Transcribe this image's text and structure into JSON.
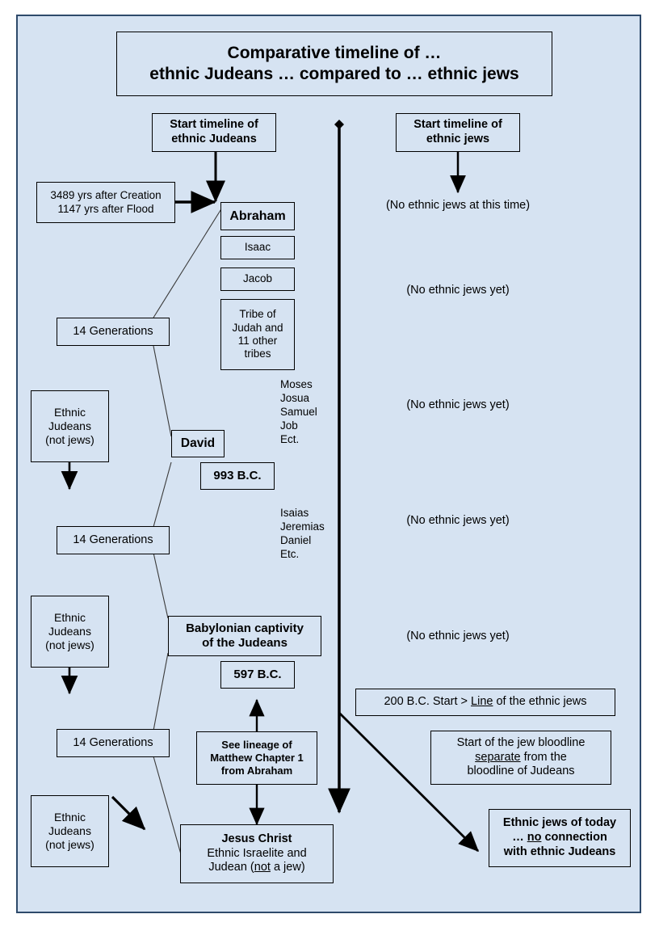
{
  "diagram": {
    "title_line1": "Comparative timeline of …",
    "title_line2": "ethnic Judeans … compared to … ethnic jews",
    "background_color": "#d6e3f2",
    "border_color": "#2e4a6b",
    "line_color": "#000000"
  },
  "left_column": {
    "start_label_line1": "Start timeline of",
    "start_label_line2": "ethnic Judeans",
    "creation_note_line1": "3489 yrs after Creation",
    "creation_note_line2": "1147 yrs after Flood",
    "abraham": "Abraham",
    "isaac": "Isaac",
    "jacob": "Jacob",
    "tribes_line1": "Tribe of",
    "tribes_line2": "Judah and",
    "tribes_line3": "11 other",
    "tribes_line4": "tribes",
    "generations_1": "14 Generations",
    "generations_2": "14 Generations",
    "generations_3": "14 Generations",
    "ethnic_judeans_line1": "Ethnic",
    "ethnic_judeans_line2": "Judeans",
    "ethnic_judeans_line3": "(not jews)",
    "david": "David",
    "david_date": "993 B.C.",
    "babylon_line1": "Babylonian captivity",
    "babylon_line2": "of the Judeans",
    "babylon_date": "597 B.C.",
    "lineage_line1": "See lineage of",
    "lineage_line2": "Matthew Chapter 1",
    "lineage_line3": "from Abraham",
    "jesus_line1": "Jesus Christ",
    "jesus_line2": "Ethnic Israelite and",
    "jesus_line3_pre": "Judean (",
    "jesus_line3_underline": "not",
    "jesus_line3_post": " a jew)"
  },
  "prophets_early": [
    "Moses",
    "Josua",
    "Samuel",
    "Job",
    "Ect."
  ],
  "prophets_late": [
    "Isaias",
    "Jeremias",
    "Daniel",
    "Etc."
  ],
  "right_column": {
    "start_label_line1": "Start timeline of",
    "start_label_line2": "ethnic jews",
    "note_1": "(No ethnic jews at this time)",
    "note_2": "(No ethnic jews yet)",
    "note_3": "(No ethnic jews yet)",
    "note_4": "(No ethnic jews yet)",
    "note_5": "(No ethnic jews yet)",
    "start_line_pre": "200 B.C.  Start > ",
    "start_line_underline": "Line",
    "start_line_post": " of the ethnic jews",
    "bloodline_line1": "Start of the jew bloodline",
    "bloodline_line2_underline": "separate",
    "bloodline_line2_post": " from the",
    "bloodline_line3": "bloodline of Judeans",
    "today_line1": "Ethnic jews of today",
    "today_line2_pre": "… ",
    "today_line2_underline": "no",
    "today_line2_post": " connection",
    "today_line3": "with ethnic Judeans"
  }
}
